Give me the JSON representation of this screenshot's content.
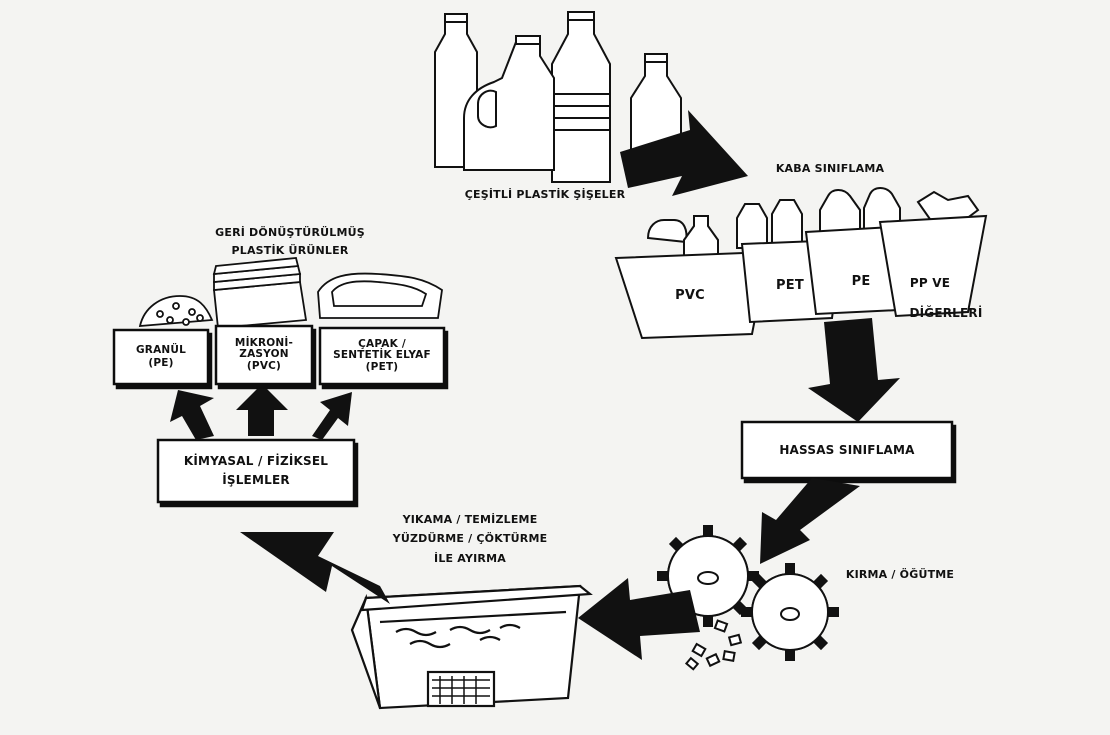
{
  "labels": {
    "bottles": "ÇEŞİTLİ PLASTİK ŞİŞELER",
    "rough_sort": "KABA SINIFLAMA",
    "bin_pvc": "PVC",
    "bin_pet": "PET",
    "bin_pe": "PE",
    "bin_pp_1": "PP VE",
    "bin_pp_2": "DİĞERLERİ",
    "fine_sort": "HASSAS SINIFLAMA",
    "crushing": "KIRMA / ÖĞÜTME",
    "washing": "YIKAMA / TEMİZLEME\nYÜZDÜRME / ÇÖKTÜRME\nİLE AYIRMA",
    "chemical": "KİMYASAL / FİZİKSEL\nİŞLEMLER",
    "recycled_title": "GERİ DÖNÜŞTÜRÜLMÜŞ\nPLASTİK ÜRÜNLER",
    "granul": "GRANÜL\n(PE)",
    "mikroni": "MİKRONİ-\nZASYON\n(PVC)",
    "capak": "ÇAPAK /\nSENTETİK ELYAF\n(PET)"
  },
  "colors": {
    "ink": "#111111",
    "paper": "#f4f4f2",
    "fill": "#ffffff"
  }
}
